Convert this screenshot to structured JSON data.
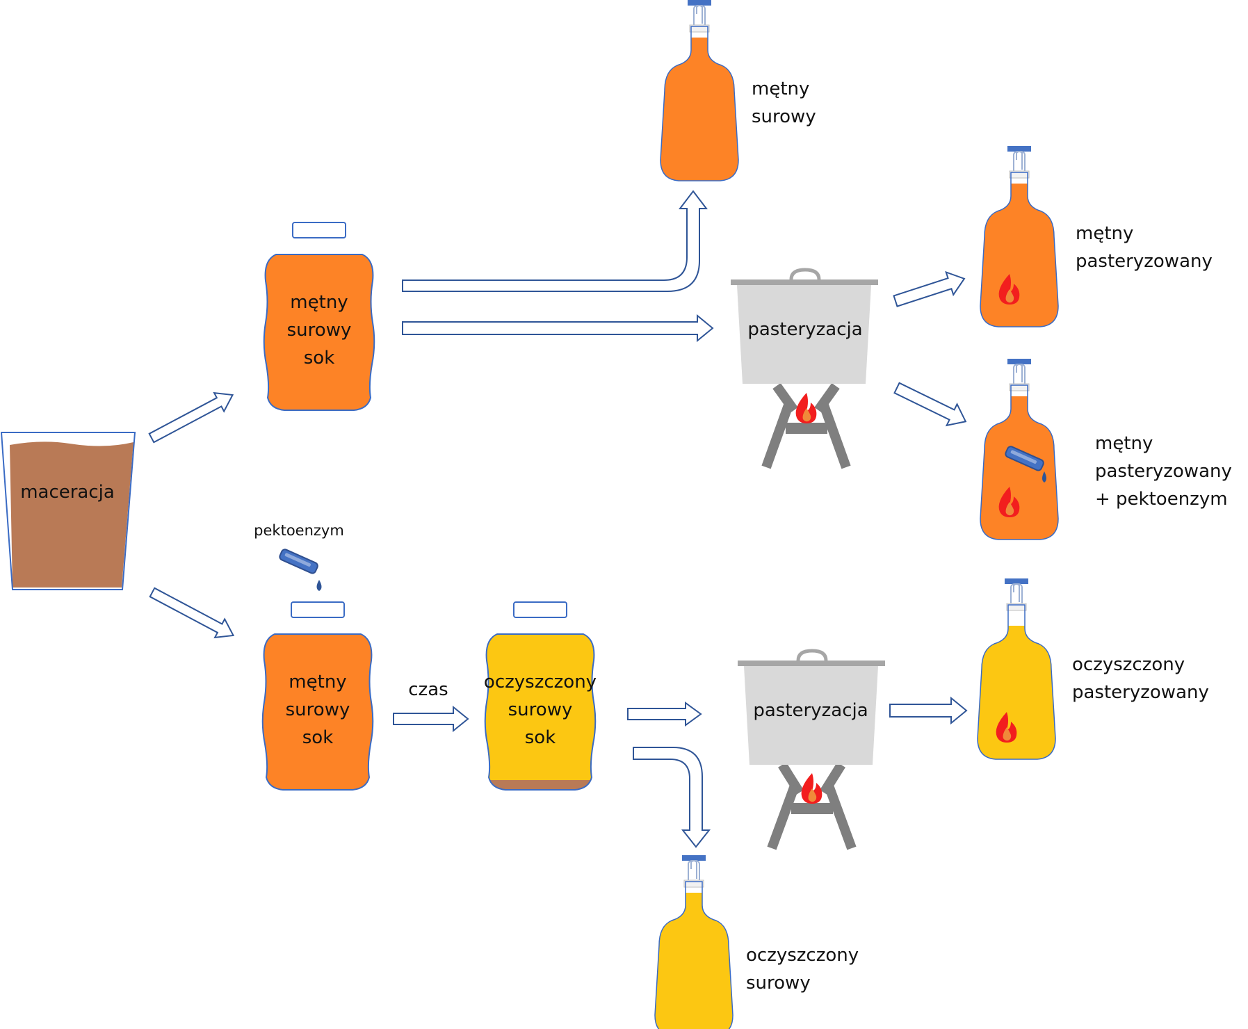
{
  "labels": {
    "maceration": "maceracja",
    "barrel_top": [
      "mętny",
      "surowy",
      "sok"
    ],
    "pectoenzyme": "pektoenzym",
    "barrel_bottom": [
      "mętny",
      "surowy",
      "sok"
    ],
    "time": "czas",
    "barrel_clear": [
      "oczyszczony",
      "surowy",
      "sok"
    ],
    "pasteurization_top": "pasteryzacja",
    "pasteurization_bottom": "pasteryzacja",
    "bottle_cloudy_raw": [
      "mętny",
      "surowy"
    ],
    "bottle_cloudy_past": [
      "mętny",
      "pasteryzowany"
    ],
    "bottle_cloudy_past_enzyme": [
      "mętny",
      "pasteryzowany",
      "+ pektoenzym"
    ],
    "bottle_clear_past": [
      "oczyszczony",
      "pasteryzowany"
    ],
    "bottle_clear_raw": [
      "oczyszczony",
      "surowy"
    ]
  },
  "colors": {
    "cloudy_juice": "#FD8326",
    "clear_juice": "#FCC712",
    "mash": "#B97A56",
    "pot": "#D9D9D9",
    "stand": "#7F7F7F",
    "arrow": "#2F5597",
    "flame": "#F21E1E",
    "flame_inner": "#F08A3A",
    "cap": "#4472C4"
  }
}
